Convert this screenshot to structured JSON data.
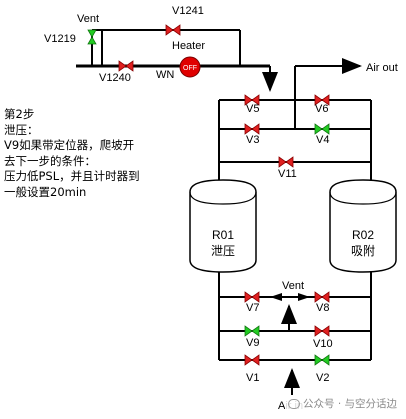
{
  "top": {
    "vent_label": "Vent",
    "v1241_label": "V1241",
    "v1219_label": "V1219",
    "heater_label": "Heater",
    "v1240_label": "V1240",
    "wn_label": "WN",
    "heater_status": "OFF",
    "air_out_label": "Air out"
  },
  "note_lines": [
    "第2步",
    "泄压：",
    "V9如果带定位器，爬坡开",
    "去下一步的条件：",
    "压力低PSL，并且计时器到",
    "一般设置20min"
  ],
  "vessels": {
    "r01_name": "R01",
    "r01_state": "泄压",
    "r02_name": "R02",
    "r02_state": "吸附"
  },
  "valves": {
    "v5": "V5",
    "v6": "V6",
    "v3": "V3",
    "v4": "V4",
    "v11": "V11",
    "v7": "V7",
    "v8": "V8",
    "v9": "V9",
    "v10": "V10",
    "v1": "V1",
    "v2": "V2"
  },
  "bottom": {
    "vent_label": "Vent",
    "air_in_label": "Air in"
  },
  "colors": {
    "open": "#22cc22",
    "closed": "#e02020",
    "heater_off": "#e00000"
  },
  "watermark": "公众号 · 与空分话边"
}
